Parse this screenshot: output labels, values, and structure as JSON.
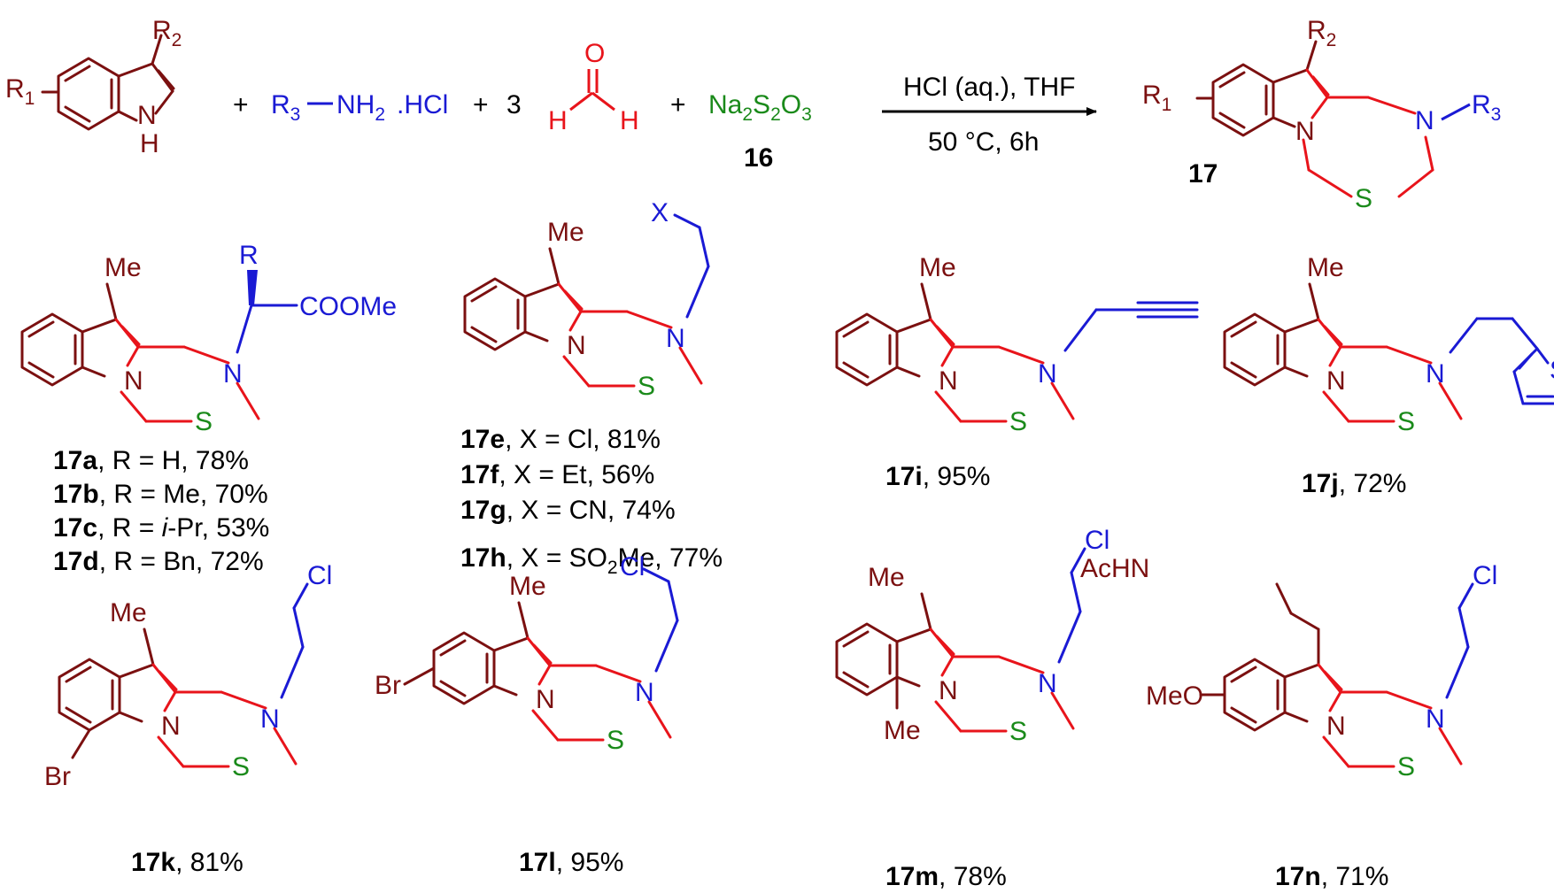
{
  "colors": {
    "core": "#7b1010",
    "ring": "#e8141b",
    "amine": "#1a1ad4",
    "sulfur": "#1a8a1a",
    "text": "#000000"
  },
  "reaction": {
    "r1": "R",
    "r1_sub": "1",
    "r2": "R",
    "r2_sub": "2",
    "r3": "R",
    "r3_sub": "3",
    "indole_n": "N",
    "indole_h": "H",
    "plus": "+",
    "amine_nh": "NH",
    "amine_nh_sub": "2",
    "amine_salt": ".HCl",
    "formaldehyde_count": "3",
    "formaldehyde_o": "O",
    "formaldehyde_h": "H",
    "thiosulfate": [
      "Na",
      "2",
      "S",
      "2",
      "O",
      "3"
    ],
    "thiosulfate_label": "16",
    "conditions_top": "HCl (aq.), THF",
    "conditions_bottom": "50 °C, 6h",
    "product_n1": "N",
    "product_n2": "N",
    "product_s": "S",
    "product_label": "17"
  },
  "labels": {
    "me": "Me",
    "r": "R",
    "ester": "COOMe",
    "x": "X",
    "cl": "Cl",
    "br": "Br",
    "meo": "MeO",
    "achn": "AcHN",
    "s": "S",
    "n": "N"
  },
  "captions": {
    "c17a": {
      "id": "17a",
      "text": ", R = H, 78%"
    },
    "c17b": {
      "id": "17b",
      "text": ", R = Me, 70%"
    },
    "c17c": {
      "id": "17c",
      "pre": ", R = ",
      "ital": "i",
      "post": "-Pr, 53%"
    },
    "c17d": {
      "id": "17d",
      "text": ", R = Bn, 72%"
    },
    "c17e": {
      "id": "17e",
      "text": ", X = Cl, 81%"
    },
    "c17f": {
      "id": "17f",
      "text": ", X = Et, 56%"
    },
    "c17g": {
      "id": "17g",
      "text": ", X = CN, 74%"
    },
    "c17h": {
      "id": "17h",
      "pre": ", X = SO",
      "sub": "2",
      "post": "Me, 77%"
    },
    "c17i": {
      "id": "17i",
      "text": ", 95%"
    },
    "c17j": {
      "id": "17j",
      "text": ", 72%"
    },
    "c17k": {
      "id": "17k",
      "text": ", 81%"
    },
    "c17l": {
      "id": "17l",
      "text": ", 95%"
    },
    "c17m": {
      "id": "17m",
      "text": ", 78%"
    },
    "c17n": {
      "id": "17n",
      "text": ", 71%"
    }
  }
}
